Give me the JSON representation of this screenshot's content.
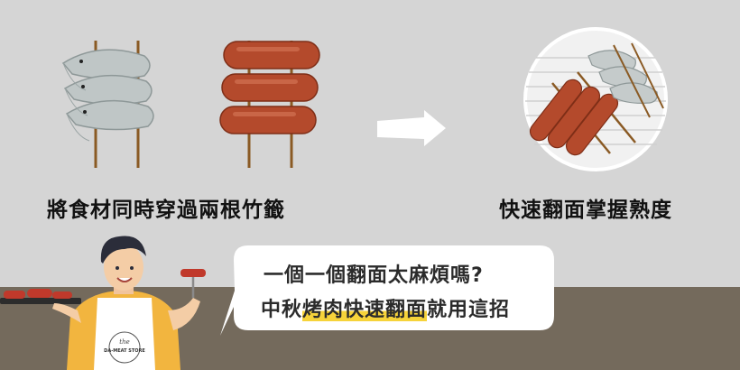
{
  "captions": {
    "left": "將食材同時穿過兩根竹籤",
    "right": "快速翻面掌握熟度"
  },
  "bubble": {
    "line1": "一個一個翻面太麻煩嗎?",
    "line2_pre": "中秋",
    "line2_highlight": "烤肉快速翻面",
    "line2_post": "就用這招"
  },
  "apron_label": {
    "script": "the",
    "name": "DA-MEAT STORE"
  },
  "colors": {
    "background": "#d5d5d5",
    "floor": "#746a5c",
    "highlight": "#f6d33a",
    "sausage": "#b44a2c",
    "skewer": "#b07a3c"
  }
}
